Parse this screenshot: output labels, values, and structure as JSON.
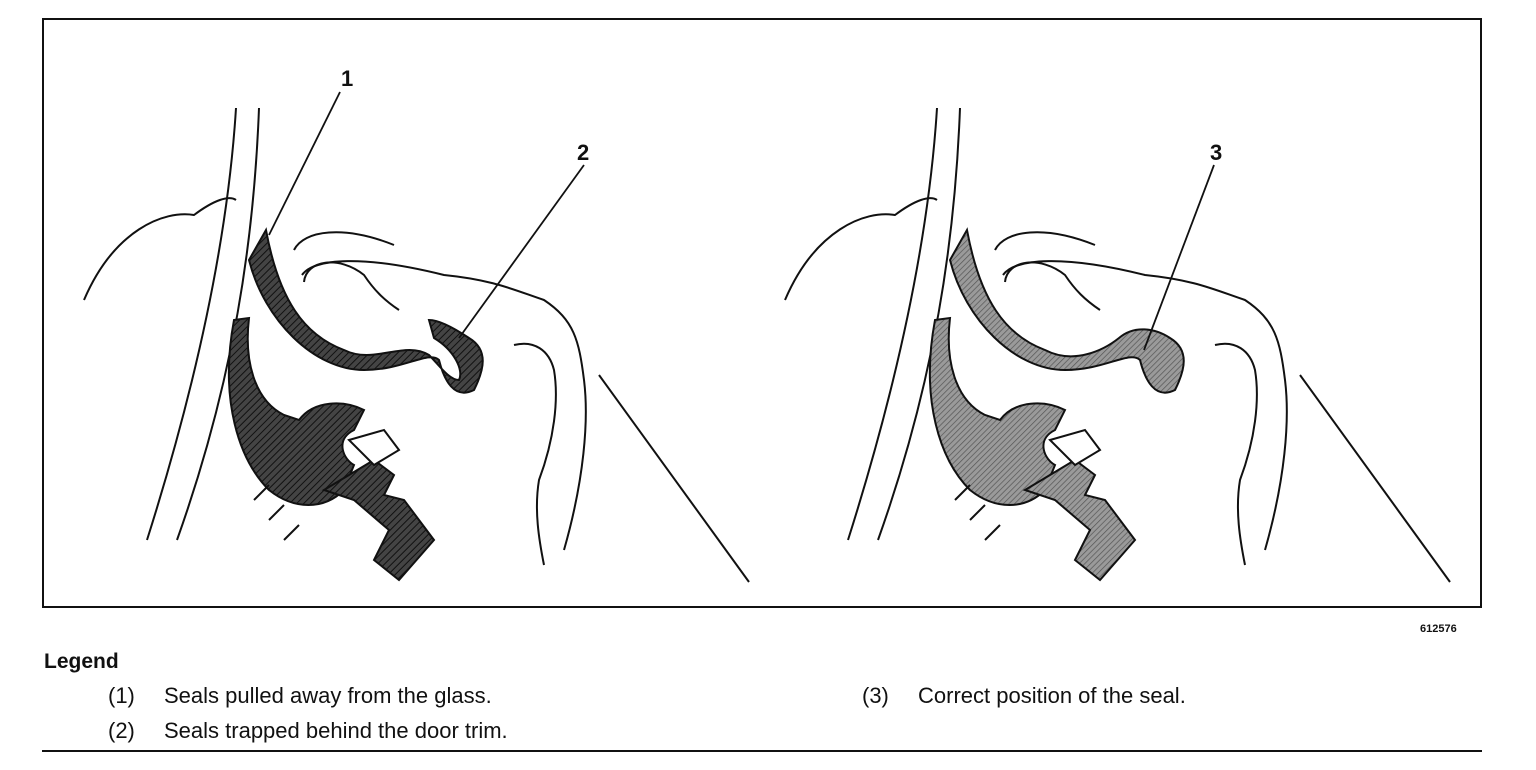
{
  "figure": {
    "id": "612576",
    "callouts": [
      {
        "num": "1"
      },
      {
        "num": "2"
      },
      {
        "num": "3"
      }
    ]
  },
  "legend": {
    "title": "Legend",
    "items": [
      {
        "num": "(1)",
        "text": "Seals pulled away from the glass."
      },
      {
        "num": "(2)",
        "text": "Seals trapped behind the door trim."
      },
      {
        "num": "(3)",
        "text": "Correct position of the seal."
      }
    ]
  },
  "colors": {
    "line": "#111111",
    "seal_wrong": "#3a3a3a",
    "seal_correct": "#8a8a8a",
    "background": "#ffffff"
  }
}
